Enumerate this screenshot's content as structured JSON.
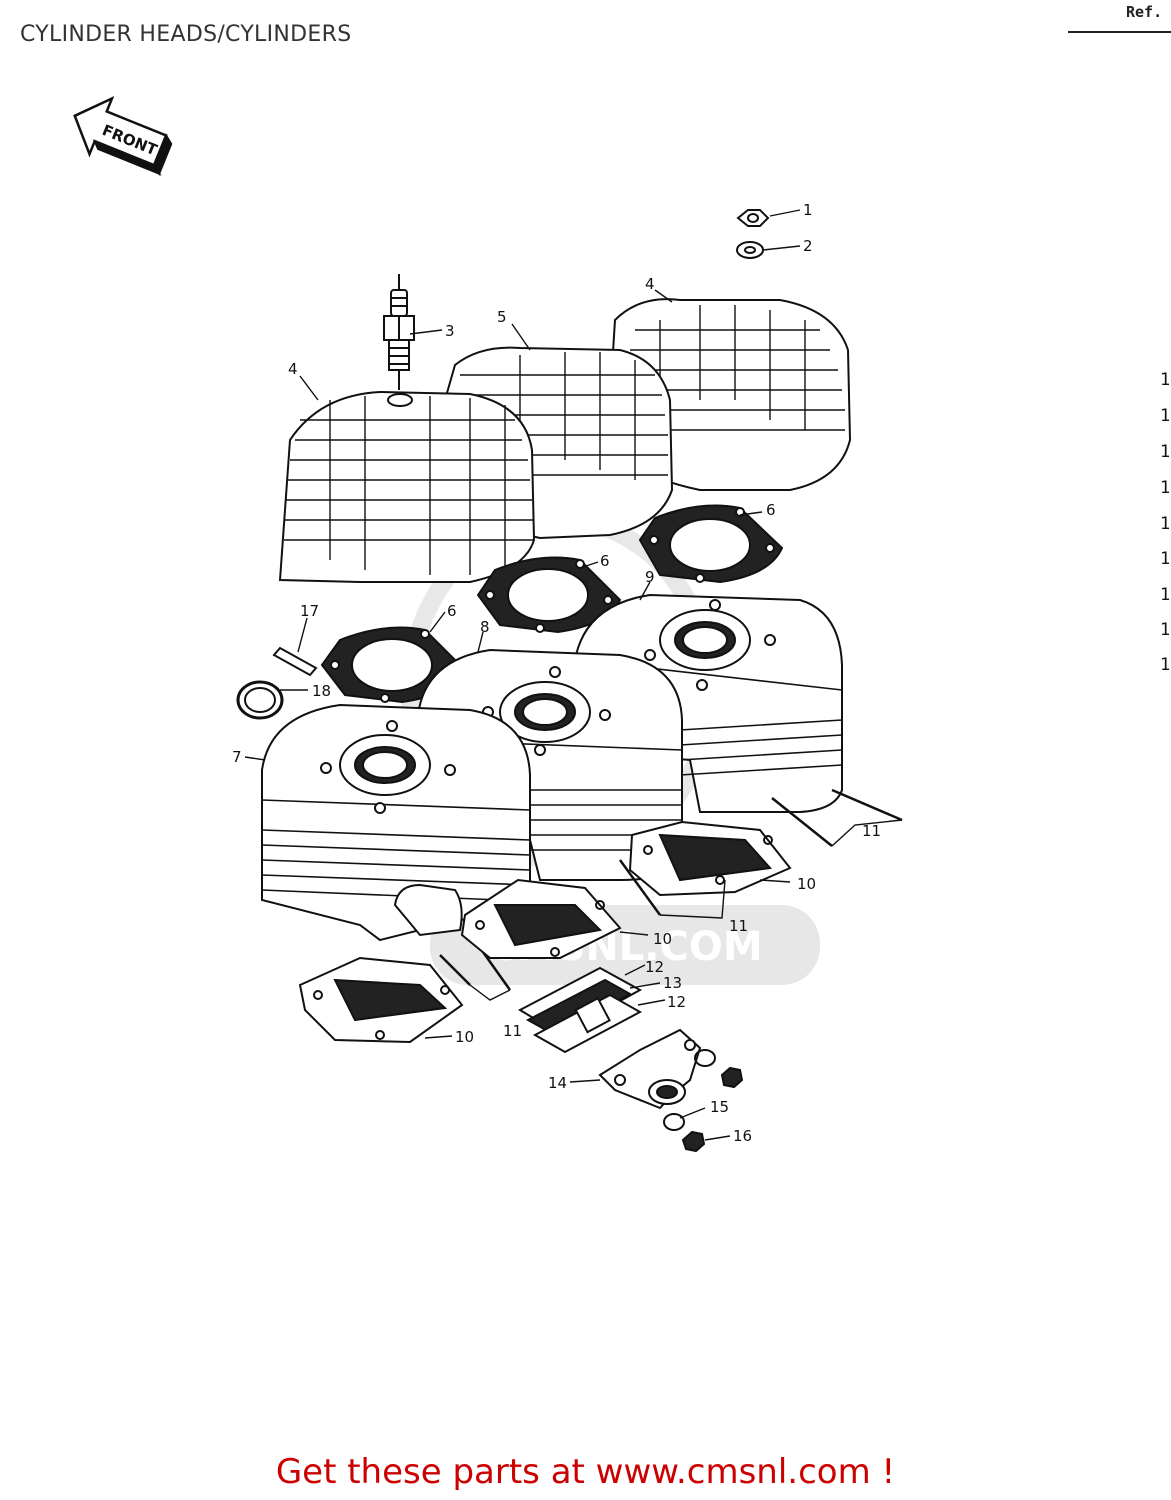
{
  "header": {
    "title": "CYLINDER HEADS/CYLINDERS",
    "ref_label": "Ref."
  },
  "diagram": {
    "front_label": "FRONT",
    "callouts": [
      {
        "label": "1",
        "part": "nut"
      },
      {
        "label": "2",
        "part": "washer"
      },
      {
        "label": "3",
        "part": "spark-plug"
      },
      {
        "label": "4",
        "part": "cylinder-head-left"
      },
      {
        "label": "5",
        "part": "cylinder-head-center"
      },
      {
        "label": "4",
        "part": "cylinder-head-right"
      },
      {
        "label": "6",
        "part": "head-gasket-right"
      },
      {
        "label": "6",
        "part": "head-gasket-center"
      },
      {
        "label": "6",
        "part": "head-gasket-left"
      },
      {
        "label": "9",
        "part": "cylinder-right"
      },
      {
        "label": "8",
        "part": "cylinder-center"
      },
      {
        "label": "7",
        "part": "cylinder-left"
      },
      {
        "label": "17",
        "part": "dowel-pin"
      },
      {
        "label": "18",
        "part": "o-ring"
      },
      {
        "label": "11",
        "part": "stud-right"
      },
      {
        "label": "10",
        "part": "base-gasket-right"
      },
      {
        "label": "11",
        "part": "stud-center"
      },
      {
        "label": "10",
        "part": "base-gasket-center"
      },
      {
        "label": "12",
        "part": "spacer-upper"
      },
      {
        "label": "13",
        "part": "reed-valve"
      },
      {
        "label": "12",
        "part": "spacer-lower"
      },
      {
        "label": "11",
        "part": "stud-left"
      },
      {
        "label": "10",
        "part": "base-gasket-left"
      },
      {
        "label": "14",
        "part": "intake-manifold"
      },
      {
        "label": "15",
        "part": "manifold-washer"
      },
      {
        "label": "16",
        "part": "manifold-nut"
      }
    ],
    "side_marks": [
      "1",
      "1",
      "1",
      "1",
      "1",
      "1",
      "1",
      "1",
      "1"
    ],
    "watermark": "CMSNL.COM"
  },
  "footer": {
    "cta": "Get these parts at www.cmsnl.com !"
  }
}
